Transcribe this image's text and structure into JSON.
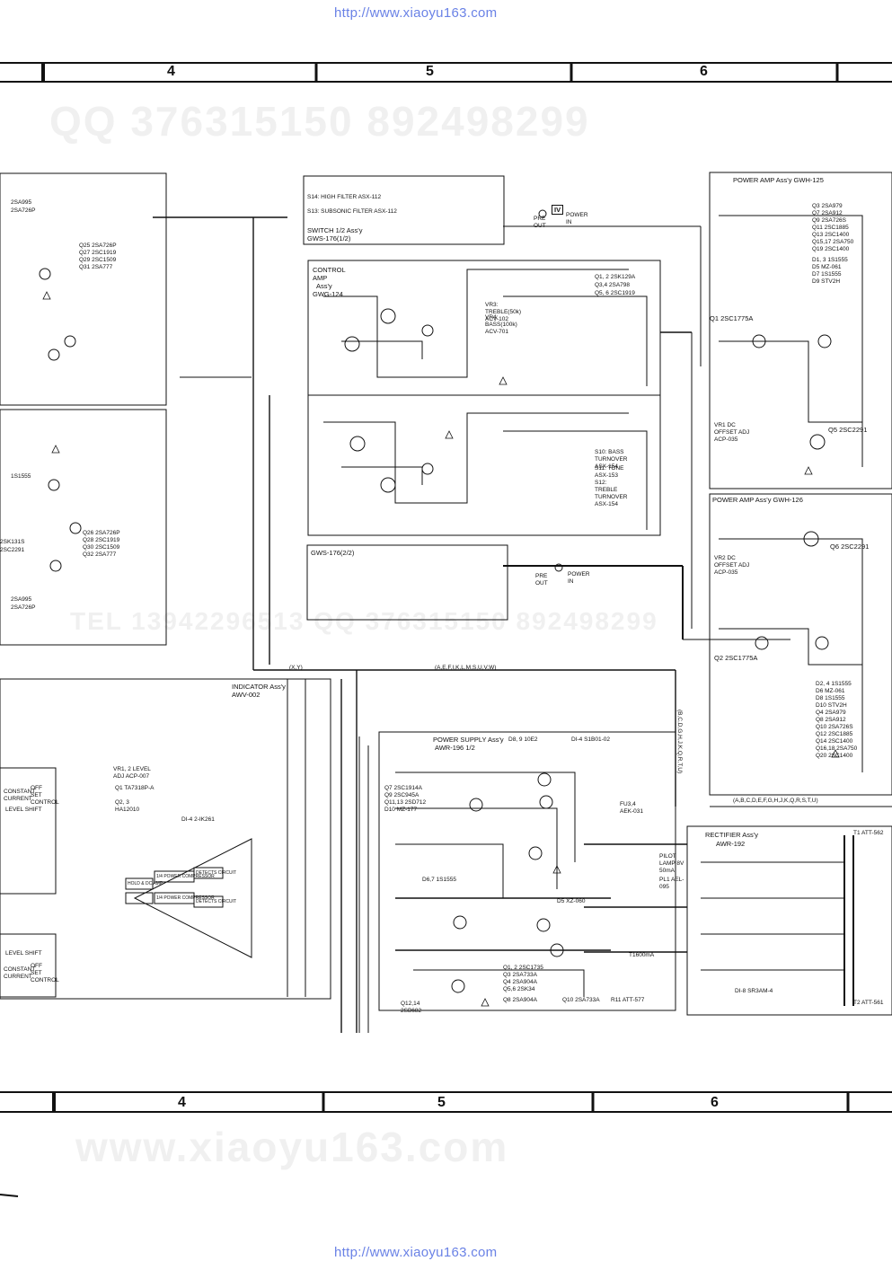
{
  "url_top": "http://www.xiaoyu163.com",
  "url_bottom": "http://www.xiaoyu163.com",
  "watermarks": {
    "qq": "QQ 376315150   892498299",
    "tel": "TEL 13942296513      QQ 376315150   892498299",
    "site": "www.xiaoyu163.com"
  },
  "grid_columns": [
    "4",
    "5",
    "6"
  ],
  "blocks": {
    "switch": {
      "title": "SWITCH 1/2 Ass'y",
      "code": "GWS-176(1/2)",
      "high_filter": "S14: HIGH FILTER ASX-112",
      "subsonic": "S13: SUBSONIC FILTER ASX-112"
    },
    "control_amp": {
      "title": "CONTROL AMP",
      "assy": "Ass'y",
      "code": "GWG-124",
      "parts": [
        "Q1, 2  2SK129A",
        "Q3,4  2SA798",
        "Q5, 6  2SC1919"
      ],
      "notes": [
        "VR3: TREBLE(50k) ACV-102",
        "VR4: BASS(100k) ACV-701",
        "S10: BASS TURNOVER ASX-154",
        "S11: TONE ASX-153",
        "S12: TREBLE TURNOVER ASX-154"
      ]
    },
    "gws_176_2": {
      "title": "GWS-176(2/2)"
    },
    "pre_out": {
      "pre": "PRE OUT",
      "power": "POWER IN",
      "box": "IV"
    },
    "power_amp_125": {
      "title": "POWER AMP Ass'y GWH-125",
      "q1": "Q1 2SC1775A",
      "parts": [
        "Q3  2SA979",
        "Q7  2SA912",
        "Q9  2SA726S",
        "Q11 2SC1885",
        "Q13 2SC1400",
        "Q15,17 2SA750",
        "Q19 2SC1400",
        "D1, 3  1S1555",
        "D5  MZ-061",
        "D7  1S1555",
        "D9  STV2H"
      ],
      "vr1": "VR1 DC OFFSET ADJ ACP-035",
      "q5": "Q5 2SC2291"
    },
    "power_amp_126": {
      "title": "POWER AMP Ass'y GWH-126",
      "q2": "Q2 2SC1775A",
      "q6": "Q6 2SC2291",
      "vr2": "VR2 DC OFFSET ADJ ACP-035",
      "parts": [
        "D2, 4  1S1555",
        "D6  MZ-061",
        "D8  1S1555",
        "D10  STV2H",
        "Q4  2SA979",
        "Q8  2SA912",
        "Q10  2SA726S",
        "Q12  2SC1885",
        "Q14  2SC1400",
        "Q16,18 2SA750",
        "Q20  2SC1400"
      ]
    },
    "left_parts_top": [
      "Q25  2SA726P",
      "Q27  2SC1919",
      "Q29  2SC1509",
      "Q31  2SA777"
    ],
    "left_parts_mid": [
      "Q26  2SA726P",
      "Q28  2SC1919",
      "Q30  2SC1509",
      "Q32  2SA777"
    ],
    "left_labels": [
      "2SA995",
      "2SA726P",
      "2SK131S",
      "2SC2291",
      "1S1555",
      "2SA995",
      "2SA726P"
    ],
    "indicator": {
      "title": "INDICATOR Ass'y",
      "code": "AWV-002",
      "q1": "Q1 TA7318P-A",
      "q23": "Q2, 3 HA12010",
      "vr": "VR1, 2 LEVEL ADJ ACP-007",
      "di": "DI-4 2-IK261",
      "hold": "HOLD & DC AMP",
      "comp": "1/4 POWER COMPRESSOR",
      "detect": "DETECTS CIRCUIT",
      "level_shift": "LEVEL SHIFT",
      "const_current": "CONSTANT CURRENT",
      "offset_control": "OFF SET CONTROL"
    },
    "power_supply": {
      "title": "POWER SUPPLY Ass'y",
      "code": "AWR-196 1/2",
      "d89": "D8, 9  10E2",
      "di": "DI-4  S1B01-02",
      "parts": [
        "Q7  2SC1914A",
        "Q9  2SC945A",
        "Q11,13 2SD712",
        "D10 MZ-177",
        "D6,7  1S1555",
        "D5  XZ-060",
        "Q1, 2  2SC1735",
        "Q3  2SA733A",
        "Q4  2SA904A",
        "Q5,6  2SK34",
        "Q8  2SA904A",
        "Q10 2SA733A",
        "Q12,14 2SB682"
      ],
      "fu": "FU3,4 AEK-031",
      "pilot": "PILOT LAMP 8V 50mA",
      "pl": "PL1 AEL-095",
      "ri1": "R11 ATT-577",
      "t": "T1600mA"
    },
    "rectifier": {
      "title": "RECTIFIER Ass'y",
      "code": "AWR-192",
      "di": "DI-8 SR3AM-4",
      "t1": "T1 ATT-562",
      "t2": "T2 ATT-561"
    },
    "bus_labels": {
      "power_amp": "(A,B,C,D,E,F,G,H,J,K,Q,R,S,T,U)",
      "ps": "(A,E,F,I,K,L,M,S,U,V,W)",
      "xy": "(X,Y)",
      "right": "(B,C,D,G,H,J,K,Q,R,T,U)"
    }
  }
}
